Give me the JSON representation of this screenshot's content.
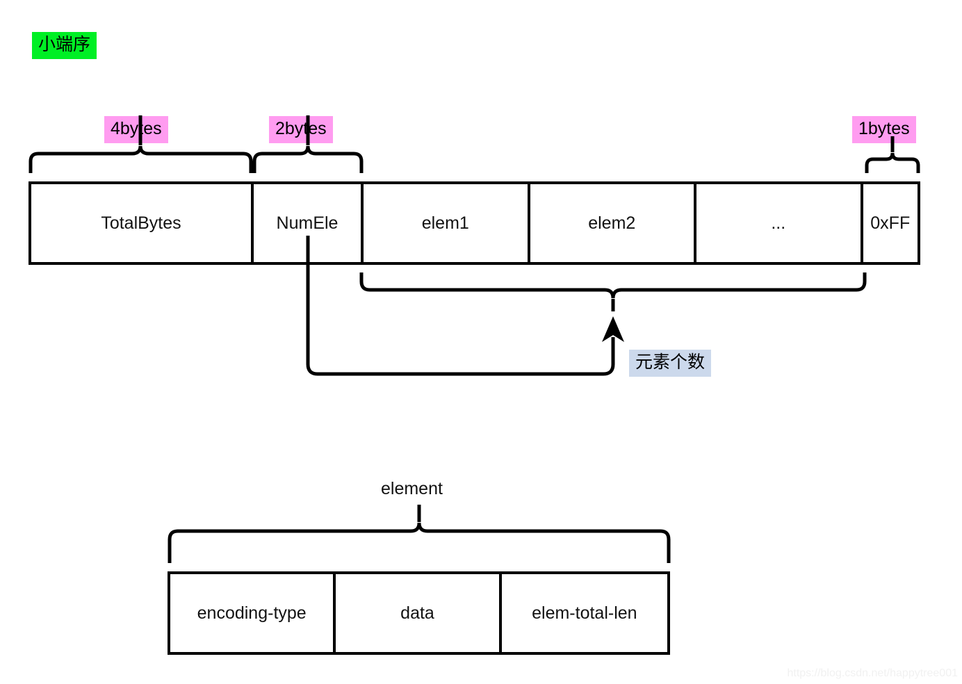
{
  "endian_badge": {
    "label": "小端序"
  },
  "size_labels": {
    "total_bytes": "4bytes",
    "num_ele": "2bytes",
    "terminator": "1bytes"
  },
  "listpack_row": {
    "cells": [
      {
        "label": "TotalBytes"
      },
      {
        "label": "NumEle"
      },
      {
        "label": "elem1"
      },
      {
        "label": "elem2"
      },
      {
        "label": "..."
      },
      {
        "label": "0xFF"
      }
    ]
  },
  "annotations": {
    "element_count": "元素个数",
    "element_brace": "element"
  },
  "element_row": {
    "cells": [
      {
        "label": "encoding-type"
      },
      {
        "label": "data"
      },
      {
        "label": "elem-total-len"
      }
    ]
  },
  "watermark": {
    "text": "https://blog.csdn.net/happytree001"
  },
  "colors": {
    "endian_badge_bg": "#00ef24",
    "size_label_bg": "#ff9cf0",
    "annotation_bg": "#ccd9ec",
    "stroke": "#000000",
    "text": "#121212",
    "watermark": "#f1f1f1"
  }
}
